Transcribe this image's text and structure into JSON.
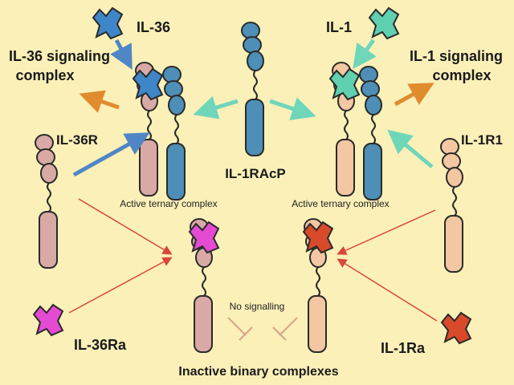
{
  "labels": {
    "il36": "IL-36",
    "il1": "IL-1",
    "il36_signaling_line1": "IL-36 signaling",
    "il36_signaling_line2": "complex",
    "il1_signaling_line1": "IL-1 signaling",
    "il1_signaling_line2": "complex",
    "il1racp": "IL-1RAcP",
    "il36r": "IL-36R",
    "il1r1": "IL-1R1",
    "active_left": "Active ternary complex",
    "active_right": "Active ternary complex",
    "no_signalling": "No signalling",
    "il36ra": "IL-36Ra",
    "il1ra": "IL-1Ra",
    "inactive": "Inactive binary complexes"
  },
  "colors": {
    "background": "#fbf0b8",
    "il36_ligand": "#3f86c8",
    "il1_ligand": "#5fd0b0",
    "il1racp_receptor": "#4d8fb6",
    "il36r_receptor": "#d9aaa5",
    "il1r1_receptor": "#f2c7a2",
    "il36ra_ligand": "#e44ad2",
    "il1ra_ligand": "#d94a2a",
    "arrow_blue": "#4f86c6",
    "arrow_teal": "#6fd6ba",
    "arrow_orange": "#e08c2e",
    "arrow_red": "#d9463a",
    "inhibit_tan": "#d6a58a"
  }
}
